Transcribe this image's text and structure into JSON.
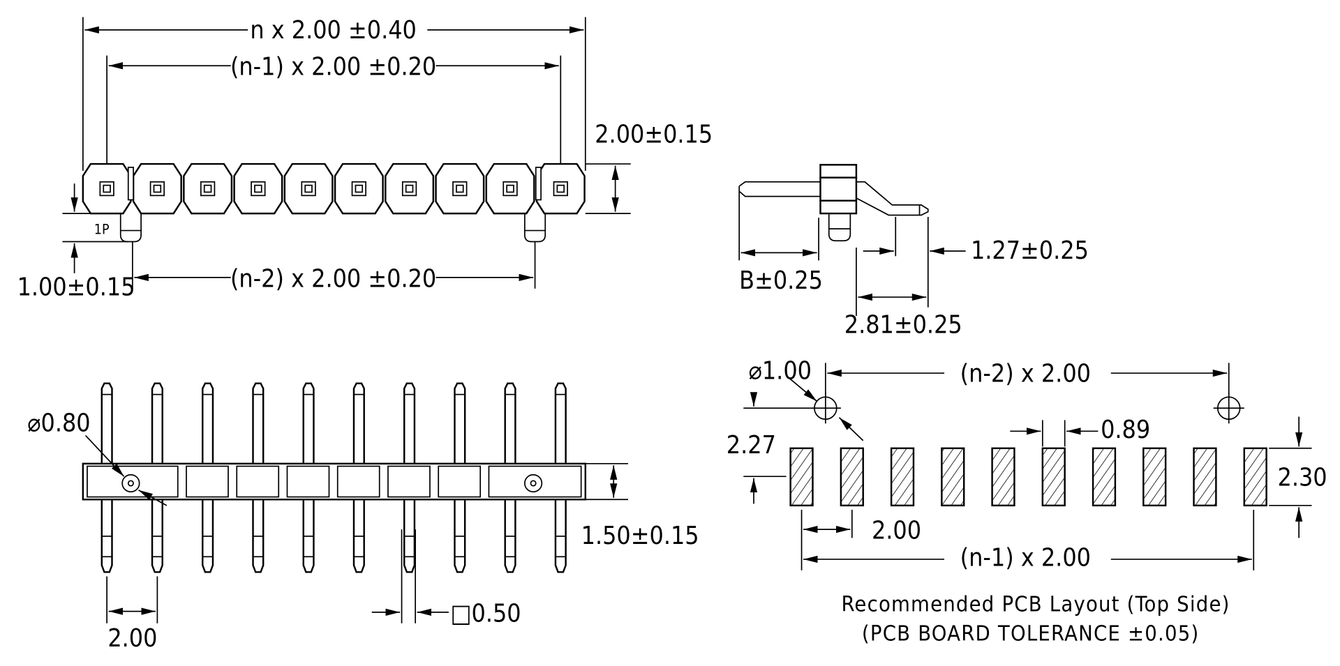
{
  "top_view": {
    "overall_length": "n x 2.00 ±0.40",
    "outer_pitch": "(n-1) x 2.00 ±0.20",
    "peg_pitch": "(n-2) x 2.00 ±0.20",
    "body_height": "2.00±0.15",
    "peg_length": "1.00±0.15",
    "pin1_marker": "1P",
    "pin_count_shown": 10
  },
  "side_view": {
    "tail_length": "B±0.25",
    "offset_1": "1.27±0.25",
    "offset_2": "2.81±0.25"
  },
  "front_view": {
    "peg_diameter": "⌀0.80",
    "insulator_height": "1.50±0.15",
    "pitch": "2.00",
    "pin_square": "□0.50"
  },
  "pcb_layout": {
    "hole_diameter": "⌀1.00",
    "hole_pitch": "(n-2) x 2.00",
    "pad_width": "0.89",
    "hole_offset": "2.27",
    "pad_length": "2.30",
    "pad_pitch": "2.00",
    "overall_pitch": "(n-1) x 2.00",
    "caption": "Recommended PCB Layout (Top Side)",
    "tolerance_note": "(PCB BOARD TOLERANCE ±0.05)"
  }
}
